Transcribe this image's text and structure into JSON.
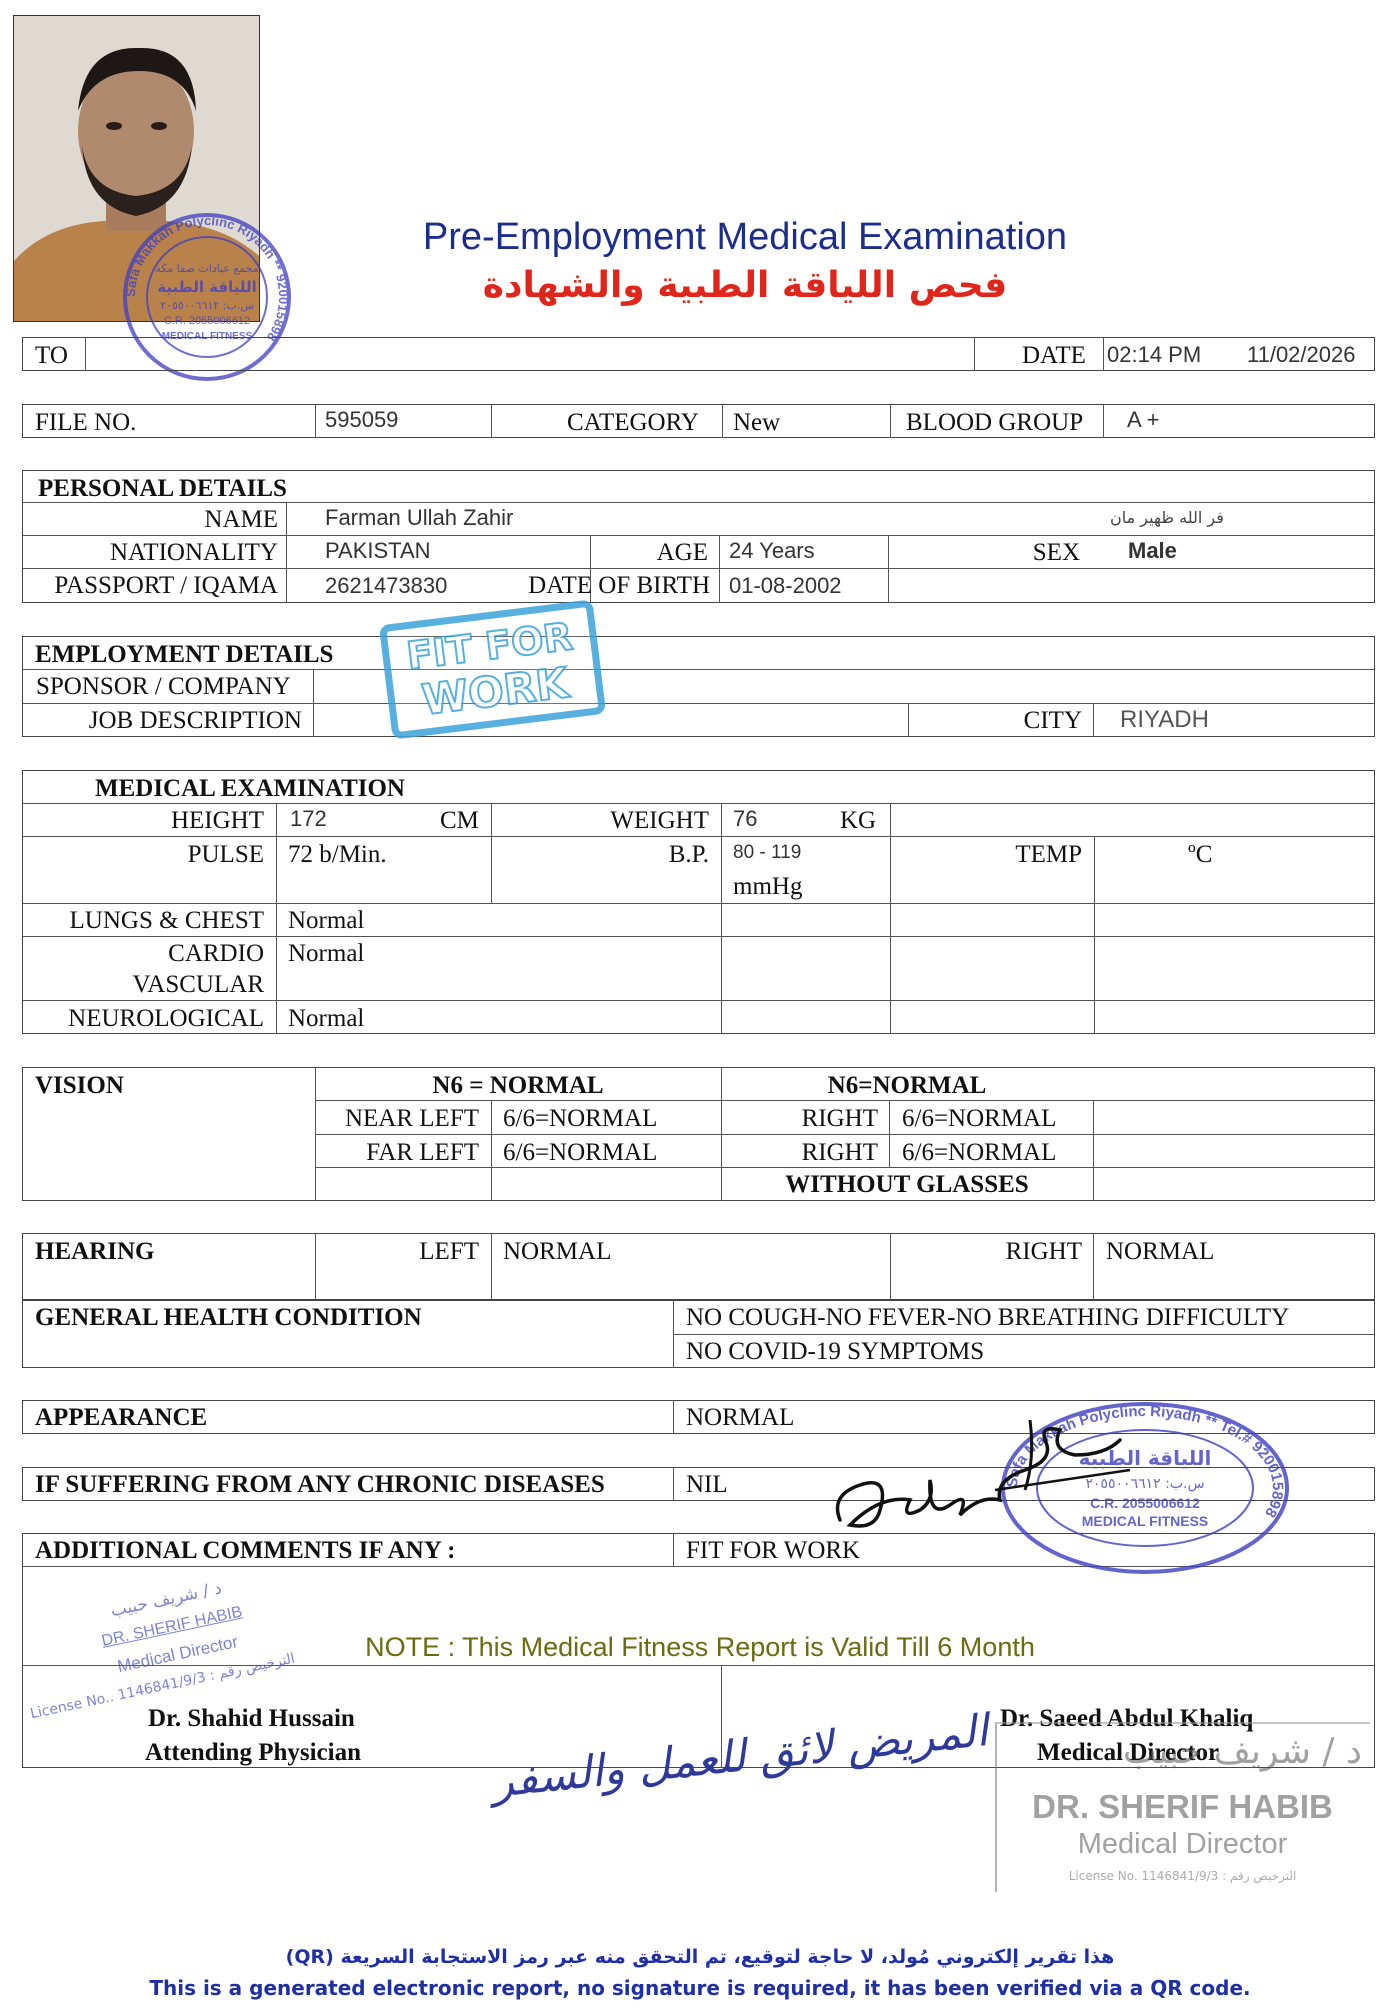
{
  "header": {
    "title_en": "Pre-Employment Medical Examination",
    "title_ar": "فحص اللياقة الطبية والشهادة"
  },
  "photo_stamp": {
    "line1": "مجمع عيادات صفا مكة",
    "line2": "اللياقة الطبية",
    "line3": "س.ب: ٢٠٥٥٠٠٦٦١٢",
    "line4": "C.R. 2055006612",
    "line5": "MEDICAL FITNESS",
    "ring": "Safa Makkah Polyclinc Riyadh ** 920015898"
  },
  "top": {
    "to_label": "TO",
    "date_label": "DATE",
    "time": "02:14  PM",
    "date": "11/02/2026"
  },
  "file": {
    "file_no_label": "FILE NO.",
    "file_no": "595059",
    "category_label": "CATEGORY",
    "category": "New",
    "blood_group_label": "BLOOD GROUP",
    "blood_group": "A +"
  },
  "personal": {
    "section": "PERSONAL DETAILS",
    "name_label": "NAME",
    "name": "Farman Ullah Zahir",
    "name_ar": "فر الله ظهير مان",
    "nationality_label": "NATIONALITY",
    "nationality": "PAKISTAN",
    "age_label": "AGE",
    "age": "24 Years",
    "sex_label": "SEX",
    "sex": "Male",
    "passport_label": "PASSPORT / IQAMA",
    "passport": "2621473830",
    "dob_label": "DATE OF BIRTH",
    "dob": "01-08-2002"
  },
  "employment": {
    "section": "EMPLOYMENT DETAILS",
    "sponsor_label": "SPONSOR / COMPANY",
    "job_label": "JOB DESCRIPTION",
    "city_label": "CITY",
    "city": "RIYADH",
    "stamp_line1": "FIT FOR",
    "stamp_line2": "WORK"
  },
  "medical": {
    "section": "MEDICAL EXAMINATION",
    "height_label": "HEIGHT",
    "height": "172",
    "height_unit": "CM",
    "weight_label": "WEIGHT",
    "weight": "76",
    "weight_unit": "KG",
    "pulse_label": "PULSE",
    "pulse": "72 b/Min.",
    "bp_label": "B.P.",
    "bp": "80 - 119",
    "bp_unit": "mmHg",
    "temp_label": "TEMP",
    "temp_unit": "ºC",
    "lungs_label": "LUNGS & CHEST",
    "lungs": "Normal",
    "cardio_label_1": "CARDIO",
    "cardio_label_2": "VASCULAR",
    "cardio": "Normal",
    "neuro_label": "NEUROLOGICAL",
    "neuro": "Normal"
  },
  "vision": {
    "section": "VISION",
    "near_header_left": "N6 = NORMAL",
    "near_header_right": "N6=NORMAL",
    "near_left_label": "NEAR LEFT",
    "near_left": "6/6=NORMAL",
    "near_right_label": "RIGHT",
    "near_right": "6/6=NORMAL",
    "far_left_label": "FAR LEFT",
    "far_left": "6/6=NORMAL",
    "far_right_label": "RIGHT",
    "far_right": "6/6=NORMAL",
    "glasses": "WITHOUT GLASSES"
  },
  "hearing": {
    "section": "HEARING",
    "left_label": "LEFT",
    "left": "NORMAL",
    "right_label": "RIGHT",
    "right": "NORMAL"
  },
  "general": {
    "label": "GENERAL HEALTH CONDITION",
    "line1": "NO COUGH-NO FEVER-NO BREATHING DIFFICULTY",
    "line2": "NO COVID-19 SYMPTOMS"
  },
  "appearance": {
    "label": "APPEARANCE",
    "value": "NORMAL"
  },
  "chronic": {
    "label": "IF SUFFERING FROM ANY CHRONIC DISEASES",
    "value": "NIL"
  },
  "comments": {
    "label": "ADDITIONAL COMMENTS IF ANY :",
    "value": "FIT FOR WORK"
  },
  "note": "NOTE : This Medical Fitness Report is Valid Till 6 Month",
  "physician": {
    "name": "Dr. Shahid Hussain",
    "role": "Attending Physician",
    "stamp_ar": "د / شريف حبيب",
    "stamp_name": "DR. SHERIF HABIB",
    "stamp_role": "Medical Director",
    "stamp_license": "License No.. 1146841/9/3 : الترخيص رقم"
  },
  "director": {
    "name": "Dr. Saeed Abdul Khaliq",
    "role": "Medical Director",
    "stamp_ar": "د / شريف حبيب",
    "stamp_name": "DR. SHERIF HABIB",
    "stamp_role": "Medical Director",
    "stamp_license": "License No. 1146841/9/3 : الترخيص رقم"
  },
  "clinic_stamp": {
    "ring": "Safa Makkah Polyclinc Riyadh ** Tel.# 920015898",
    "line1": "اللياقة الطبية",
    "line2": "س.ب: ٢٠٥٥٠٠٦٦١٢",
    "line3": "C.R. 2055006612",
    "line4": "MEDICAL FITNESS"
  },
  "fit_ar": "المريض لائق للعمل والسفر",
  "footer": {
    "ar": "(QR) هذا تقرير إلكتروني مُولد، لا حاجة لتوقيع، تم التحقق منه عبر رمز الاستجابة السريعة",
    "en": "This is a generated electronic report, no signature is required, it has been verified via a QR code."
  },
  "colors": {
    "title": "#1c2e8c",
    "title_ar": "#e0251b",
    "stamp": "#3e3ec2",
    "fit_stamp": "#3aa3d8",
    "note": "#6b6b12"
  }
}
